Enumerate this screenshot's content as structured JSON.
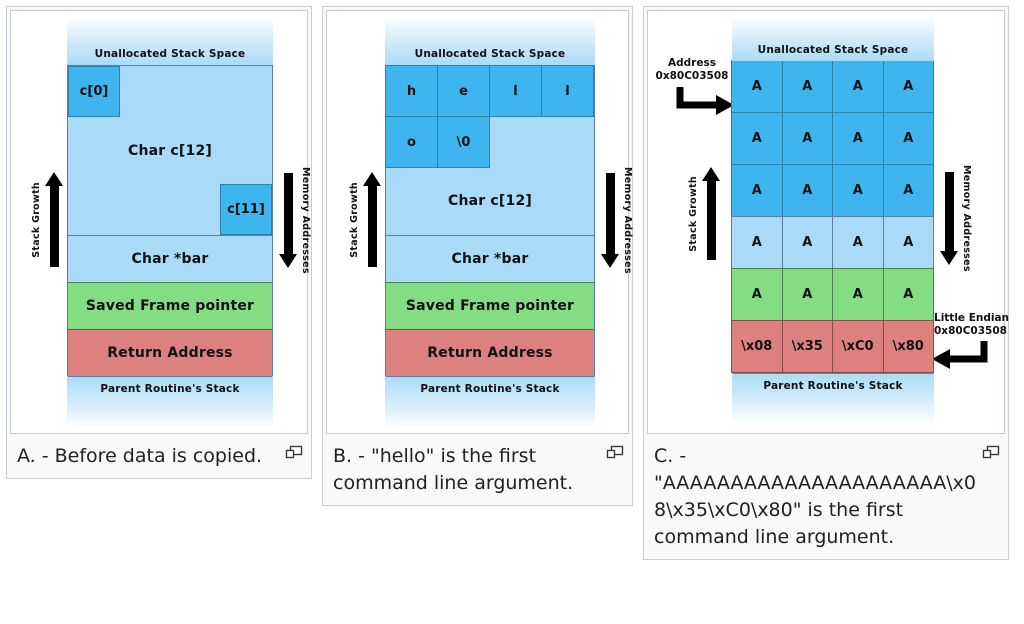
{
  "page": {
    "background": "#ffffff",
    "icon_name": "magnify-expand-icon"
  },
  "palette": {
    "cell_dark_blue": "#3fb5f0",
    "cell_light_blue": "#a9daf7",
    "frame_pointer_green": "#84dd82",
    "return_address_red": "#dd8080",
    "border_blue": "#5a7fa0",
    "text": "#111111",
    "caption_text": "#202122",
    "card_bg": "#f8f9fa",
    "card_border": "#c8ccd1"
  },
  "figures": [
    {
      "id": "a",
      "caption": "A. - Before data is copied.",
      "diagram": {
        "top_label": "Unallocated Stack Space",
        "bottom_label": "Parent Routine's Stack",
        "buffer_label": "Char c[12]",
        "pointer_label": "Char *bar",
        "saved_frame_pointer_label": "Saved Frame pointer",
        "return_address_label": "Return Address",
        "first_cell_label": "c[0]",
        "last_cell_label": "c[11]",
        "left_arrow_label": "Stack Growth",
        "right_arrow_label": "Memory Addresses"
      }
    },
    {
      "id": "b",
      "caption": "B. - \"hello\" is the first command line argument.",
      "diagram": {
        "top_label": "Unallocated Stack Space",
        "bottom_label": "Parent Routine's Stack",
        "buffer_label": "Char c[12]",
        "pointer_label": "Char *bar",
        "saved_frame_pointer_label": "Saved Frame pointer",
        "return_address_label": "Return Address",
        "left_arrow_label": "Stack Growth",
        "right_arrow_label": "Memory Addresses",
        "cells": [
          "h",
          "e",
          "l",
          "l",
          "o",
          "\\0",
          "",
          ""
        ]
      }
    },
    {
      "id": "c",
      "caption": "C. - \"AAAAAAAAAAAAAAAAAAAAA\\x08\\x35\\xC0\\x80\" is the first command line argument.",
      "diagram": {
        "top_label": "Unallocated Stack Space",
        "bottom_label": "Parent Routine's Stack",
        "left_arrow_label": "Stack Growth",
        "right_arrow_label": "Memory Addresses",
        "address_callout": {
          "line1": "Address",
          "line2": "0x80C03508"
        },
        "endian_callout": {
          "line1": "Little Endian",
          "line2": "0x80C03508"
        },
        "rows": [
          {
            "zone": "buffer-dark",
            "cells": [
              "A",
              "A",
              "A",
              "A"
            ]
          },
          {
            "zone": "buffer-dark",
            "cells": [
              "A",
              "A",
              "A",
              "A"
            ]
          },
          {
            "zone": "buffer-dark",
            "cells": [
              "A",
              "A",
              "A",
              "A"
            ]
          },
          {
            "zone": "pointer",
            "cells": [
              "A",
              "A",
              "A",
              "A"
            ]
          },
          {
            "zone": "frame-pointer",
            "cells": [
              "A",
              "A",
              "A",
              "A"
            ]
          },
          {
            "zone": "return-address",
            "cells": [
              "\\x08",
              "\\x35",
              "\\xC0",
              "\\x80"
            ]
          }
        ]
      }
    }
  ]
}
